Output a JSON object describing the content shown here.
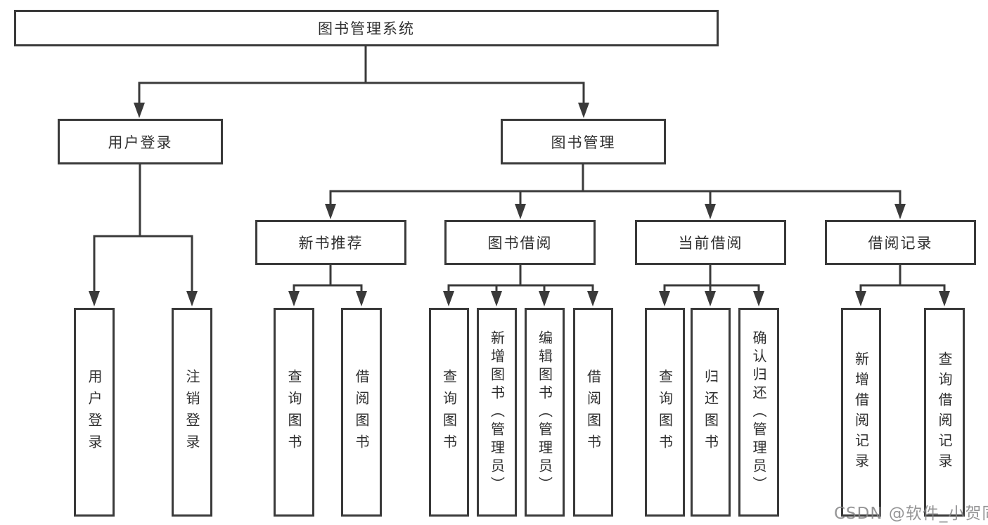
{
  "diagram": {
    "root": "图书管理系统",
    "user_login": "用户登录",
    "book_mgmt": "图书管理",
    "new_books": "新书推荐",
    "book_borrow": "图书借阅",
    "current_borrow": "当前借阅",
    "borrow_records": "借阅记录",
    "leaves": {
      "login": "用户登录",
      "logout": "注销登录",
      "nb_query": "查询图书",
      "nb_borrow": "借阅图书",
      "bb_query": "查询图书",
      "bb_add": "新增图书（管理员）",
      "bb_edit": "编辑图书（管理员）",
      "bb_borrow": "借阅图书",
      "cb_query": "查询图书",
      "cb_return": "归还图书",
      "cb_confirm": "确认归还（管理员）",
      "br_add": "新增借阅记录",
      "br_query": "查询借阅记录"
    }
  },
  "watermark": {
    "text": "CSDN @软件_小贺同学"
  },
  "colors": {
    "line": "#3a3a3a",
    "background": "#ffffff",
    "text": "#2f2f2f",
    "watermark": "#828284"
  }
}
